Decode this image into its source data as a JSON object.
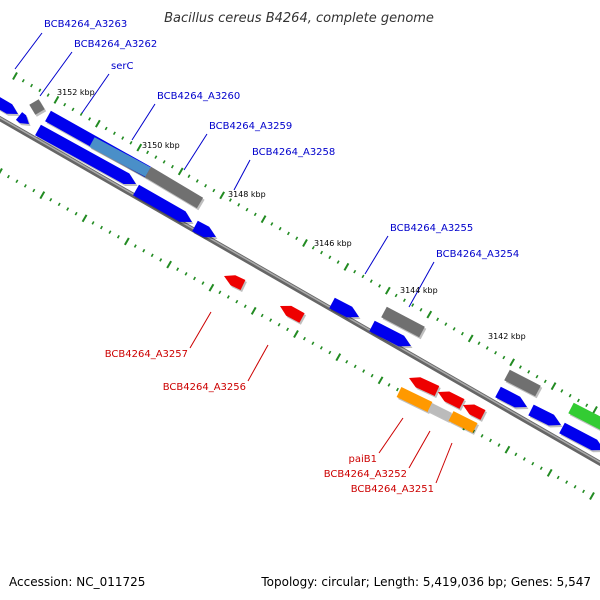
{
  "title": "Bacillus cereus B4264, complete genome",
  "footer": {
    "accession": "Accession: NC_011725",
    "summary": "Topology: circular; Length: 5,419,036 bp; Genes: 5,547"
  },
  "colors": {
    "forward_gene": "#0000ee",
    "forward_label": "#0000cc",
    "reverse_gene": "#ee0000",
    "reverse_label": "#cc0000",
    "other_feature": "#707070",
    "rna_feature": "#ff9900",
    "misc_feature": "#33cc33",
    "tick": "#228b22",
    "backbone": "#888888"
  },
  "kbp_labels": [
    "3152 kbp",
    "3150 kbp",
    "3148 kbp",
    "3146 kbp",
    "3144 kbp",
    "3142 kbp"
  ],
  "gene_labels_forward": [
    "BCB4264_A3263",
    "BCB4264_A3262",
    "serC",
    "BCB4264_A3260",
    "BCB4264_A3259",
    "BCB4264_A3258",
    "BCB4264_A3255",
    "BCB4264_A3254"
  ],
  "gene_labels_reverse": [
    "BCB4264_A3257",
    "BCB4264_A3256",
    "paiB1",
    "BCB4264_A3252",
    "BCB4264_A3251"
  ]
}
